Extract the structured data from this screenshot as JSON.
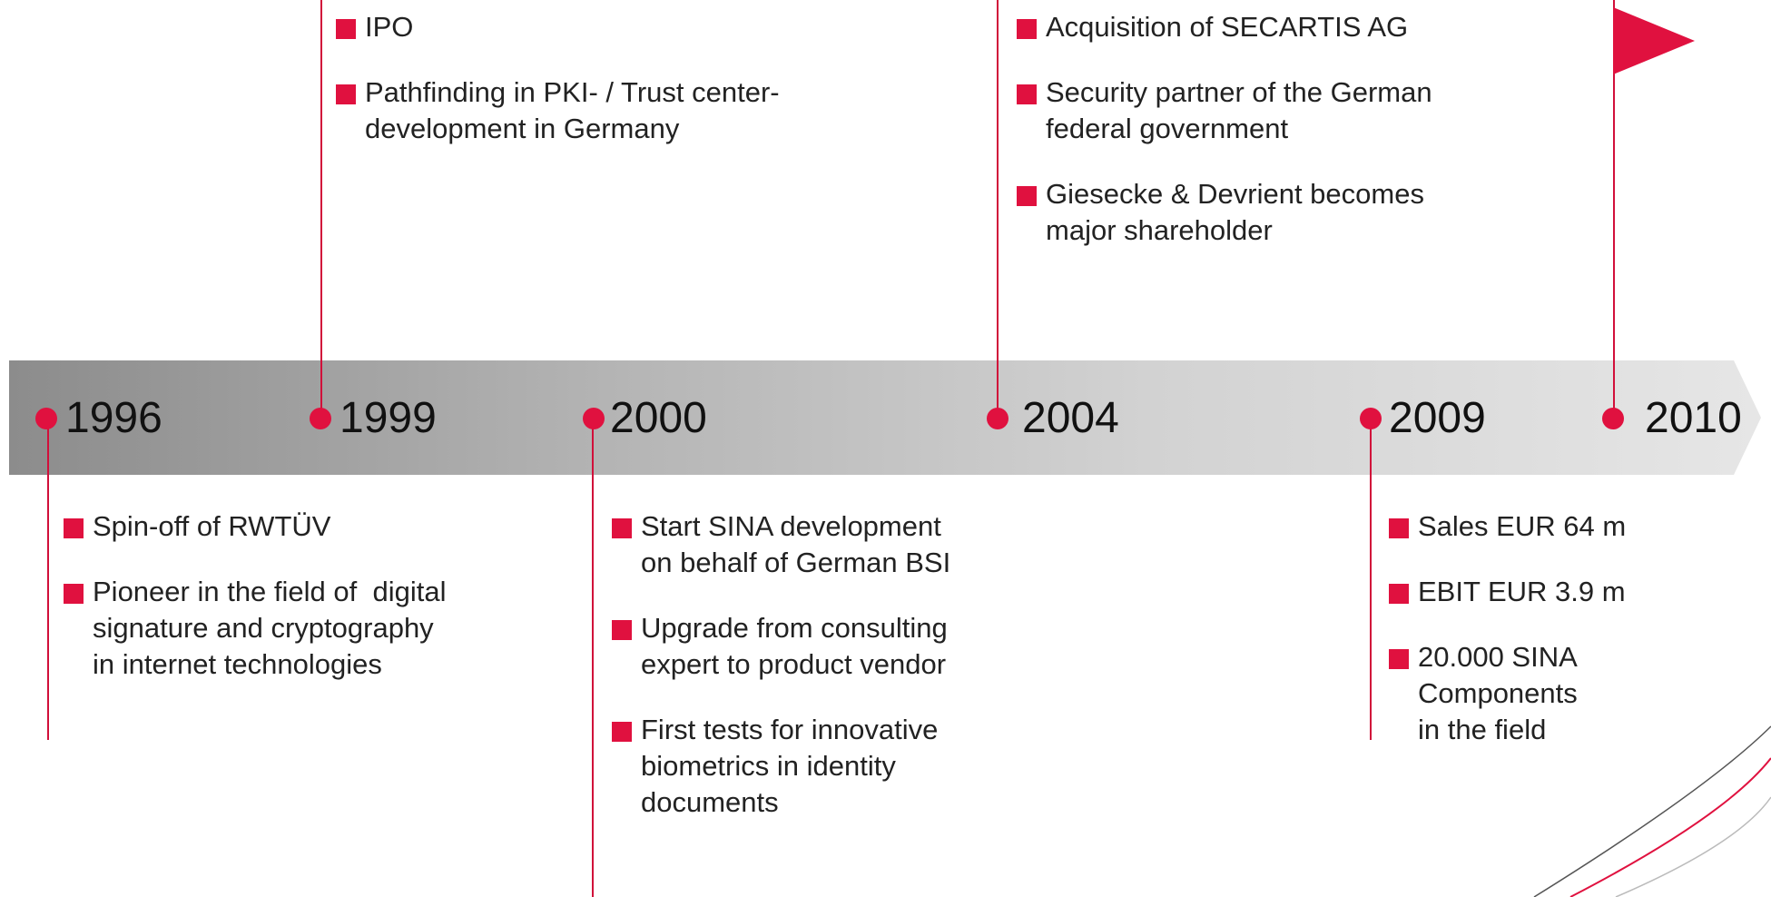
{
  "colors": {
    "accent": "#e0113f",
    "band_dark": "#8c8c8c",
    "band_light": "#e6e6e6"
  },
  "milestones": [
    {
      "year": "1996",
      "items": [
        "Spin-off of RWTÜV",
        "Pioneer in the field of  digital\nsignature and cryptography\nin internet technologies"
      ]
    },
    {
      "year": "1999",
      "items": [
        "IPO",
        "Pathfinding in PKI- / Trust center-\ndevelopment in Germany"
      ]
    },
    {
      "year": "2000",
      "items": [
        "Start SINA development\non behalf of German BSI",
        "Upgrade from consulting\nexpert to product vendor",
        "First tests for innovative\nbiometrics in identity\ndocuments"
      ]
    },
    {
      "year": "2004",
      "items": [
        "Acquisition of SECARTIS AG",
        "Security partner of the German\nfederal government",
        "Giesecke & Devrient becomes\nmajor shareholder"
      ]
    },
    {
      "year": "2009",
      "items": [
        "Sales EUR 64 m",
        "EBIT EUR 3.9 m",
        "20.000 SINA\nComponents\nin the field"
      ]
    },
    {
      "year": "2010",
      "items": []
    }
  ]
}
